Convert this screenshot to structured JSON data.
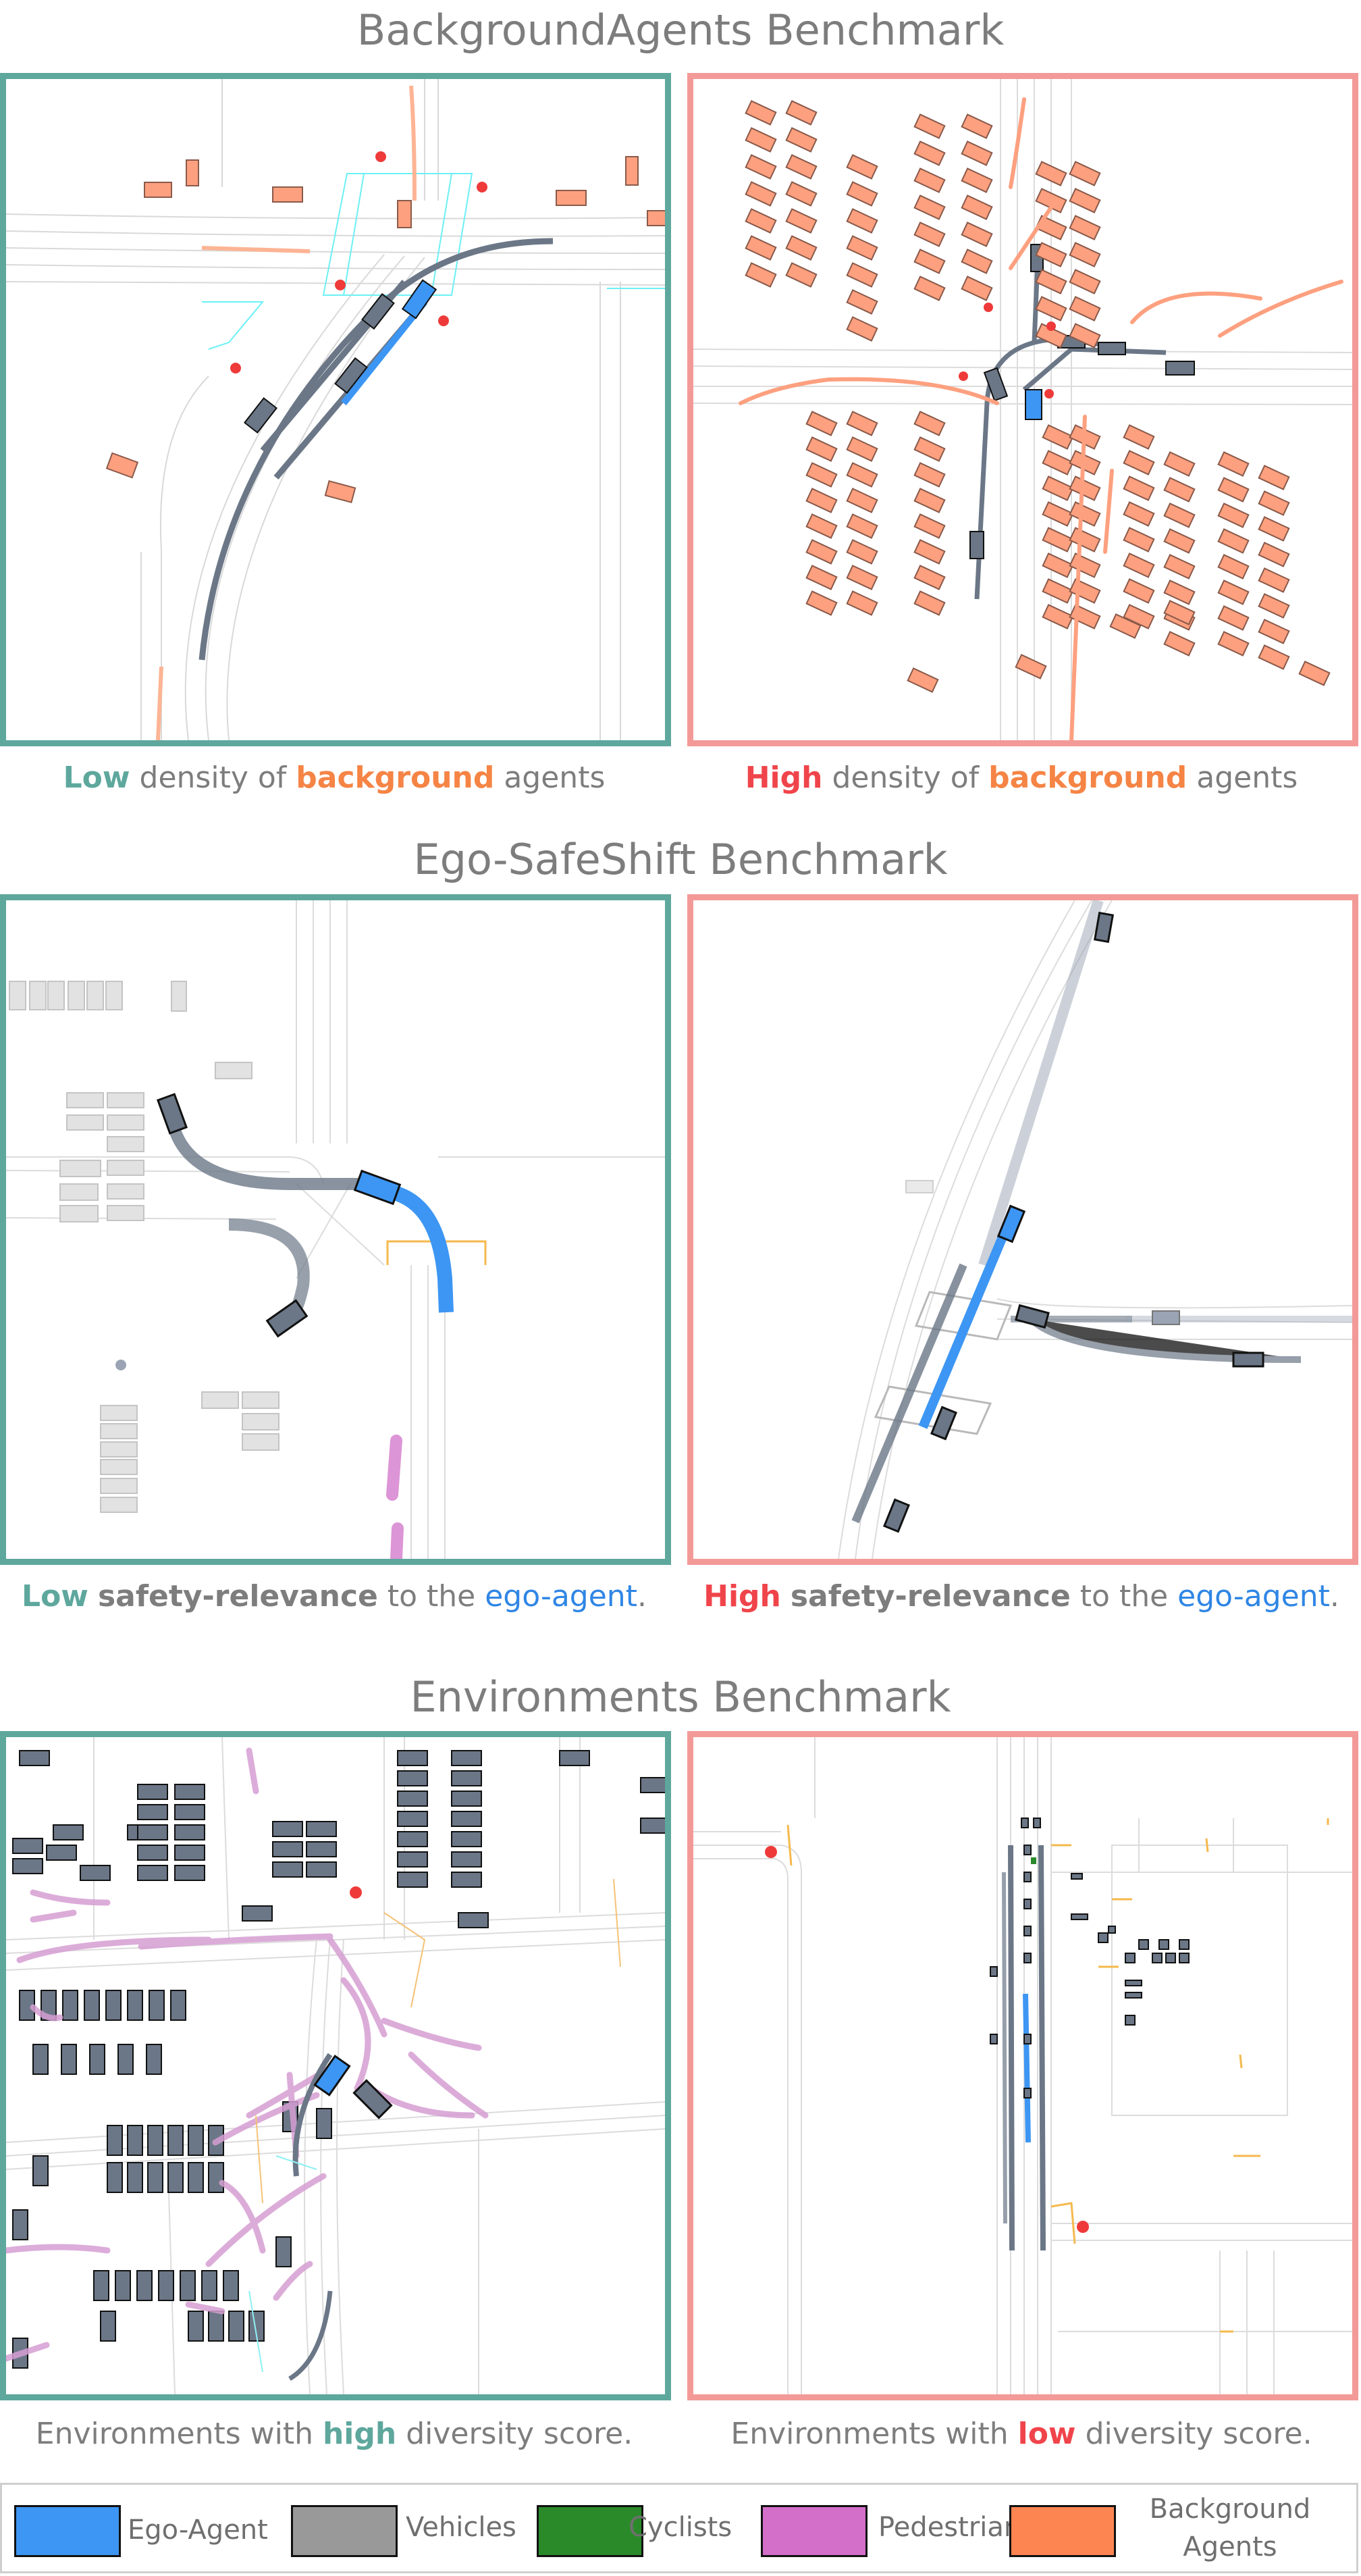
{
  "sections": [
    {
      "title": "BackgroundAgents Benchmark"
    },
    {
      "title": "Ego-SafeShift Benchmark"
    },
    {
      "title": "Environments Benchmark"
    }
  ],
  "captions": {
    "bg_left": {
      "w1": "Low",
      "w2": " density of ",
      "w3": "background",
      "w4": " agents"
    },
    "bg_right": {
      "w1": "High",
      "w2": " density of ",
      "w3": "background",
      "w4": " agents"
    },
    "ego_left": {
      "w1": "Low",
      "w2": " ",
      "w3": "safety-relevance",
      "w4": " to the ",
      "w5": "ego-agent",
      "w6": "."
    },
    "ego_right": {
      "w1": "High",
      "w2": " ",
      "w3": "safety-relevance",
      "w4": " to the ",
      "w5": "ego-agent",
      "w6": "."
    },
    "env_left": {
      "w1": "Environments with ",
      "w2": "high",
      "w3": " diversity score."
    },
    "env_right": {
      "w1": "Environments with ",
      "w2": "low",
      "w3": " diversity score."
    }
  },
  "legend": [
    {
      "label": "Ego-Agent",
      "color": "#3d96f3"
    },
    {
      "label": "Vehicles",
      "color": "#999999"
    },
    {
      "label": "Cyclists",
      "color": "#2a8a2a"
    },
    {
      "label": "Pedestrians",
      "color": "#d36ec9"
    },
    {
      "label": "Background Agents",
      "color": "#fd8552"
    }
  ],
  "colors": {
    "teal": "#5ea79d",
    "pink": "#f39a98",
    "ego": "#3d96f3",
    "vehicle": "#6b7787",
    "background": "#fd8552",
    "pedestrian": "#d36ec9",
    "low_red": "#f0444b",
    "high_red": "#f0444b",
    "orange_text": "#f58445",
    "ego_text": "#2f86e5"
  }
}
